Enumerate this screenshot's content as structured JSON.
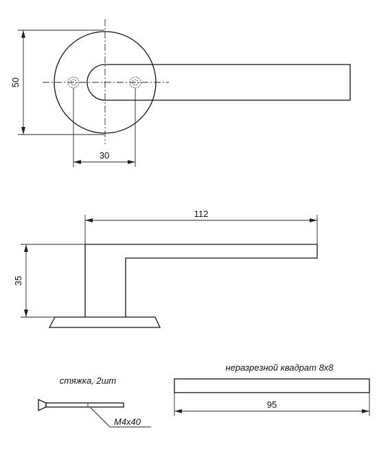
{
  "dimensions": {
    "rosette_height": "50",
    "hole_spacing": "30",
    "lever_length": "112",
    "lever_height": "35",
    "spindle_length": "95"
  },
  "labels": {
    "screws": "стяжка, 2шт",
    "screw_size": "M4x40",
    "spindle": "неразрезной квадрат 8x8"
  }
}
